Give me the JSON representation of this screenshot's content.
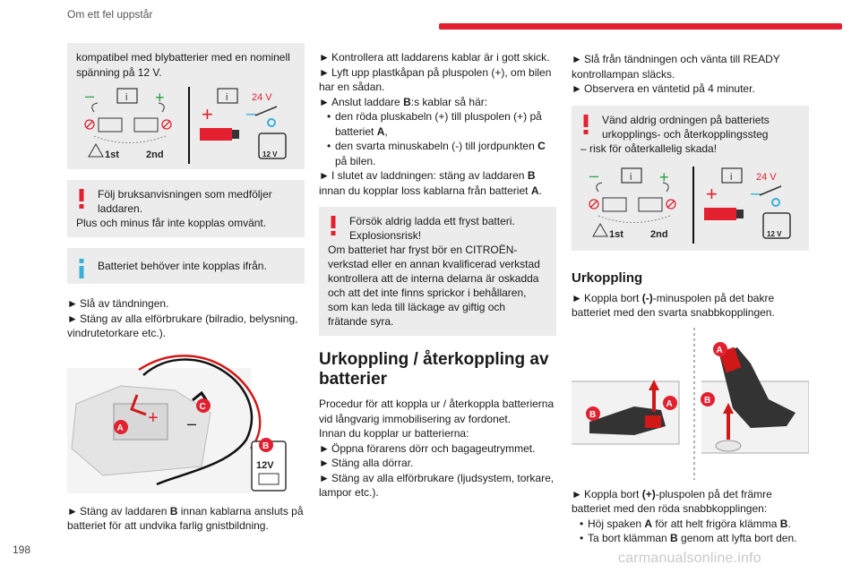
{
  "header": {
    "title": "Om ett fel uppstår",
    "accent": "#e2202f"
  },
  "page_number": "198",
  "watermark": "carmanualsonline.info",
  "col1": {
    "intro": "kompatibel med blybatterier med en nominell spänning på 12 V.",
    "fig1": {
      "voltage": "24 V",
      "first": "1st",
      "second": "2nd",
      "battery_label": "12 V",
      "info_glyph": "i"
    },
    "warning1_line1": "Följ bruksanvisningen som medföljer",
    "warning1_line2": "laddaren.",
    "warning1_line3": "Plus och minus får inte kopplas omvänt.",
    "info1": "Batteriet behöver inte kopplas ifrån.",
    "step1": "Slå av tändningen.",
    "step2": "Stäng av alla elförbrukare (bilradio, belysning, vindrutetorkare etc.).",
    "fig2": {
      "label_a": "A",
      "label_b": "B",
      "label_c": "C",
      "battery_label": "12V"
    },
    "step3_a": "Stäng av laddaren ",
    "step3_b": "B",
    "step3_c": " innan kablarna ansluts på batteriet för att undvika farlig gnistbildning."
  },
  "col2": {
    "s1": "Kontrollera att laddarens kablar är i gott skick.",
    "s2": "Lyft upp plastkåpan på pluspolen (+), om bilen har en sådan.",
    "s3_a": "Anslut laddare ",
    "s3_b": "B",
    "s3_c": ":s kablar så här:",
    "b1_a": "den röda pluskabeln (+) till pluspolen (+) på batteriet ",
    "b1_b": "A",
    "b1_c": ",",
    "b2_a": "den svarta minuskabeln (-) till jordpunkten ",
    "b2_b": "C",
    "b2_c": " på bilen.",
    "s4_a": "I slutet av laddningen: stäng av laddaren ",
    "s4_b": "B",
    "s4_c": " innan du kopplar loss kablarna från batteriet ",
    "s4_d": "A",
    "s4_e": ".",
    "warning_line1": "Försök aldrig ladda ett fryst batteri.",
    "warning_line2": "Explosionsrisk!",
    "warning_rest": "Om batteriet har fryst bör en CITROËN-verkstad eller en annan kvalificerad verkstad kontrollera att de interna delarna är oskadda och att det inte finns sprickor i behållaren, som kan leda till läckage av giftig och frätande syra.",
    "heading": "Urkoppling / återkoppling av batterier",
    "p1": "Procedur för att koppla ur / återkoppla batterierna vid långvarig immobilisering av fordonet.",
    "p2": "Innan du kopplar ur batterierna:",
    "t1": "Öppna förarens dörr och bagageutrymmet.",
    "t2": "Stäng alla dörrar.",
    "t3": "Stäng av alla elförbrukare (ljudsystem, torkare, lampor etc.)."
  },
  "col3": {
    "s1": "Slå från tändningen och vänta till READY kontrollampan släcks.",
    "s2": "Observera en väntetid på 4 minuter.",
    "warning_line1": "Vänd aldrig ordningen på batteriets",
    "warning_line2": "urkopplings- och återkopplingssteg",
    "warning_line3": "– risk för oåterkallelig skada!",
    "fig": {
      "voltage": "24 V",
      "first": "1st",
      "second": "2nd",
      "battery_label": "12 V",
      "info_glyph": "i"
    },
    "heading": "Urkoppling",
    "u1_a": "Koppla bort ",
    "u1_b": "(-)",
    "u1_c": "-minuspolen på det bakre batteriet med den svarta snabbkopplingen.",
    "fig2": {
      "label_a": "A",
      "label_b": "B"
    },
    "u2_a": "Koppla bort ",
    "u2_b": "(+)",
    "u2_c": "-pluspolen på det främre batteriet med den röda snabbkopplingen:",
    "ub1_a": "Höj spaken ",
    "ub1_b": "A",
    "ub1_c": " för att helt frigöra klämma ",
    "ub1_d": "B",
    "ub1_e": ".",
    "ub2_a": "Ta bort klämman ",
    "ub2_b": "B",
    "ub2_c": " genom att lyfta bort den."
  }
}
